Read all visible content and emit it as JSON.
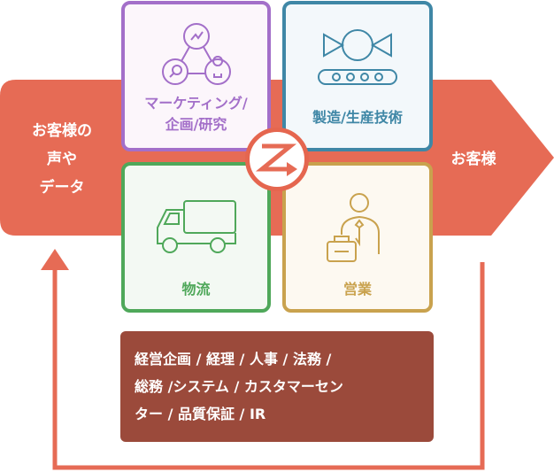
{
  "source_label": [
    "お客様の",
    "声や",
    "データ"
  ],
  "target_label": "お客様",
  "functions": [
    {
      "label_lines": [
        "マーケティング/",
        "企画/研究"
      ],
      "color": "#a36fc9",
      "icon": "network-chart-icon"
    },
    {
      "label_lines": [
        "製造/生産技術"
      ],
      "color": "#3f87a6",
      "icon": "conveyor-candy-icon"
    },
    {
      "label_lines": [
        "物流"
      ],
      "color": "#4fa85a",
      "icon": "truck-icon"
    },
    {
      "label_lines": [
        "営業"
      ],
      "color": "#c9a24e",
      "icon": "salesperson-icon"
    }
  ],
  "support_departments": [
    "経営企画 / 経理 / 人事 / 法務 /",
    "総務 /システム / カスタマーセン",
    "ター / 品質保証 / IR"
  ],
  "colors": {
    "flow": "#e66b55",
    "support": "#9b4a3b"
  }
}
